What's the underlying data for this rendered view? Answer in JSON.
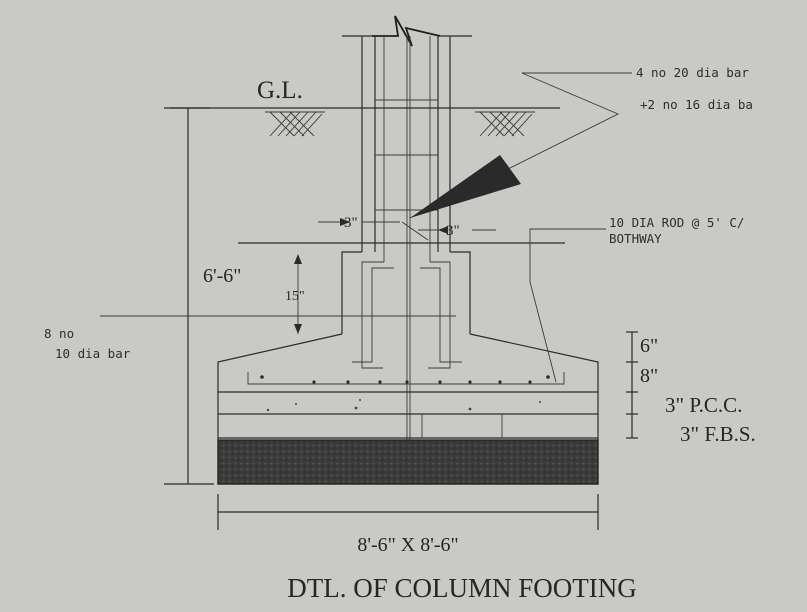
{
  "labels": {
    "ground_level": "G.L.",
    "main_bars_line1": "4 no 20 dia bar",
    "main_bars_line2": "+2 no 16 dia ba",
    "rod_line1": "10 DIA ROD @ 5' C/",
    "rod_line2": "BOTHWAY",
    "cover_left": "3\"",
    "cover_right": "3\"",
    "depth": "6'-6\"",
    "offset": "15\"",
    "bottom_bars_line1": "8 no",
    "bottom_bars_line2": "10 dia bar",
    "layer_6": "6\"",
    "layer_8": "8\"",
    "layer_pcc": "3\" P.C.C.",
    "layer_fbs": "3\" F.B.S.",
    "footing_size": "8'-6\" X 8'-6\"",
    "title": "DTL. OF COLUMN FOOTING"
  },
  "colors": {
    "paper": "#c9c9c5",
    "ink": "#2b2b2b",
    "fbs_fill": "#3a3a3a"
  }
}
